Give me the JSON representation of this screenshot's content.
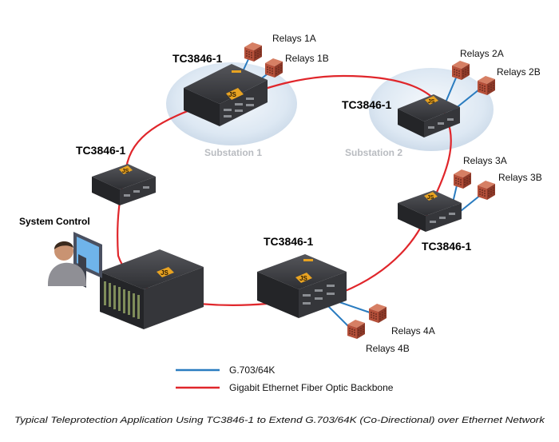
{
  "devices": {
    "d1": "TC3846-1",
    "d2": "TC3846-1",
    "d3": "TC3846-1",
    "d4": "TC3846-1",
    "d5": "TC3846-1"
  },
  "device_badge": "JS",
  "relays": {
    "r1a": "Relays 1A",
    "r1b": "Relays 1B",
    "r2a": "Relays 2A",
    "r2b": "Relays 2B",
    "r3a": "Relays 3A",
    "r3b": "Relays 3B",
    "r4a": "Relays 4A",
    "r4b": "Relays 4B"
  },
  "substations": {
    "s1": "Substation 1",
    "s2": "Substation 2"
  },
  "system_control": "System Control",
  "legend": {
    "g703": "G.703/64K",
    "backbone": "Gigabit Ethernet Fiber Optic Backbone"
  },
  "caption": "Typical Teleprotection Application Using TC3846-1 to Extend G.703/64K (Co-Directional) over Ethernet Network",
  "colors": {
    "backbone": "#e0262b",
    "g703": "#2a7cc0",
    "relay": "#b8573f",
    "device": "#3a3b3f",
    "badge": "#e8a322",
    "substation": "#dde8f3"
  }
}
